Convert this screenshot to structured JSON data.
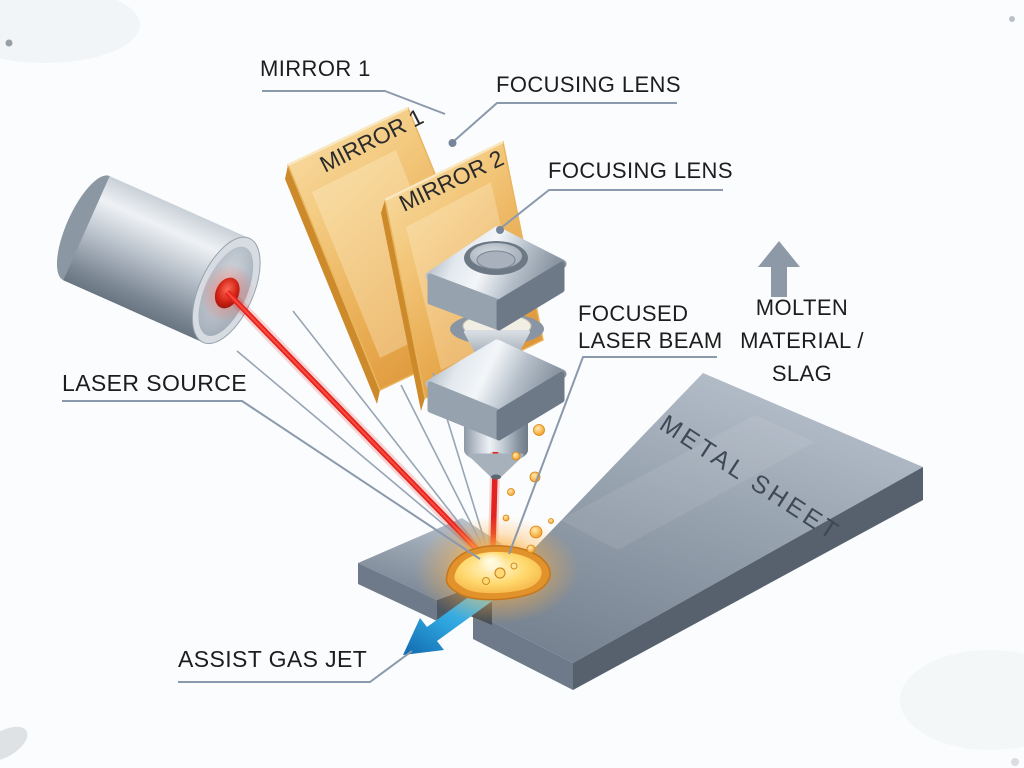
{
  "callouts": {
    "mirror1": "MIRROR 1",
    "focusing_lens_upper": "FOCUSING LENS",
    "focusing_lens_lower": "FOCUSING LENS",
    "laser_source": "LASER SOURCE",
    "focused_laser_beam": [
      "FOCUSED",
      "LASER BEAM"
    ],
    "molten_material": [
      "MOLTEN",
      "MATERIAL /",
      "SLAG"
    ],
    "assist_gas_jet": "ASSIST GAS JET"
  },
  "surface_labels": {
    "mirror1": "MIRROR 1",
    "mirror2": "MIRROR 2",
    "metal_sheet": "METAL SHEET"
  },
  "colors": {
    "laser_beam_red": "#e2231f",
    "mirror_gold": "#eeb75a",
    "assist_gas_blue": "#2da4dd",
    "molten_orange": "#f2a93b",
    "metal_sheet_gray": "#8b96a4",
    "leader_line": "#8b99ac",
    "label_text": "#1d1d1d"
  }
}
